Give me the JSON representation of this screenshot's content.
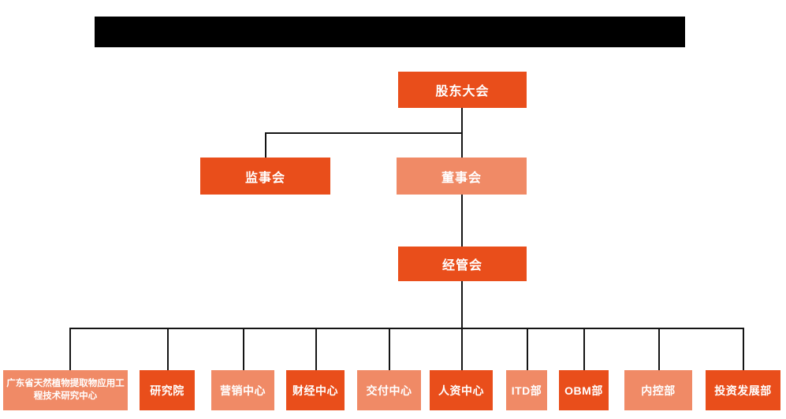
{
  "title_bar": {
    "redacted": true
  },
  "colors": {
    "primary_dark_orange": "#E94E1B",
    "secondary_light_orange": "#F08A66",
    "connector_line": "#141414",
    "redaction_bar": "#000000",
    "node_text": "#FFFFFF"
  },
  "org": {
    "level1": {
      "label": "股东大会",
      "variant": "dark"
    },
    "level2": [
      {
        "label": "监事会",
        "variant": "dark"
      },
      {
        "label": "董事会",
        "variant": "light"
      }
    ],
    "level3": {
      "label": "经管会",
      "variant": "dark"
    },
    "departments": [
      {
        "label": "广东省天然植物提取物应用工程技术研究中心",
        "variant": "light"
      },
      {
        "label": "研究院",
        "variant": "dark"
      },
      {
        "label": "营销中心",
        "variant": "light"
      },
      {
        "label": "财经中心",
        "variant": "dark"
      },
      {
        "label": "交付中心",
        "variant": "light"
      },
      {
        "label": "人资中心",
        "variant": "dark"
      },
      {
        "label": "ITD部",
        "variant": "light"
      },
      {
        "label": "OBM部",
        "variant": "dark"
      },
      {
        "label": "内控部",
        "variant": "light"
      },
      {
        "label": "投资发展部",
        "variant": "dark"
      }
    ]
  }
}
